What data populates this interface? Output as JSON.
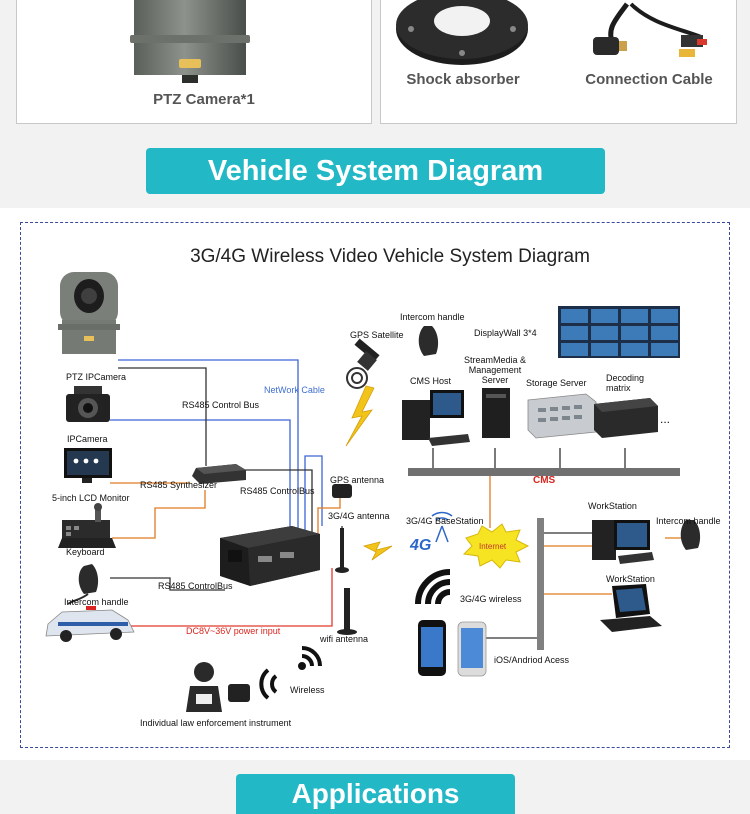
{
  "top_products": {
    "ptz_caption": "PTZ Camera*1",
    "shock_caption": "Shock absorber",
    "cable_caption": "Connection Cable"
  },
  "banners": {
    "system": "Vehicle System Diagram",
    "applications": "Applications"
  },
  "diagram": {
    "title": "3G/4G Wireless Video Vehicle System Diagram",
    "labels": {
      "ptz_ipcamera": "PTZ IPCamera",
      "ipcamera": "IPCamera",
      "lcd_monitor": "5-inch  LCD Monitor",
      "keyboard": "Keyboard",
      "intercom_left": "Intercom handle",
      "network_cable": "NetWork Cable",
      "rs485_control_bus_1": "RS485 Control Bus",
      "rs485_synthesizer": "RS485 Synthesizer",
      "rs485_control_bus_2": "RS485 ControlBus",
      "rs485_controlbus_3": "RS485 ControlBus",
      "power_input": "DC8V~36V power input",
      "gps_antenna": "GPS antenna",
      "antenna_3g4g": "3G/4G antenna",
      "wifi_antenna": "wifi antenna",
      "wireless": "Wireless",
      "law_enforcement": "Individual law enforcement instrument",
      "gps_satellite": "GPS Satellite",
      "intercom_top": "Intercom handle",
      "display_wall": "DisplayWall 3*4",
      "cms_host": "CMS Host",
      "streammedia": "StreamMedia &\nManagement\nServer",
      "storage_server": "Storage Server",
      "decoding_matrix": "Decoding\nmatrix",
      "cms": "CMS",
      "basestation": "3G/4G BaseStation",
      "logo_4g": "4G",
      "internet": "Internet",
      "wireless_3g4g": "3G/4G wireless",
      "ios_android": "iOS/Andriod Acess",
      "workstation_1": "WorkStation",
      "intercom_right": "Intercom handle",
      "workstation_2": "WorkStation",
      "ellipsis": "..."
    }
  },
  "colors": {
    "banner_bg": "#22b8c5",
    "blue_line": "#3c63d6",
    "orange_line": "#e07a22",
    "red_line": "#e03a2e",
    "cms_bar": "#707070",
    "frame": "#3a4a9a"
  }
}
